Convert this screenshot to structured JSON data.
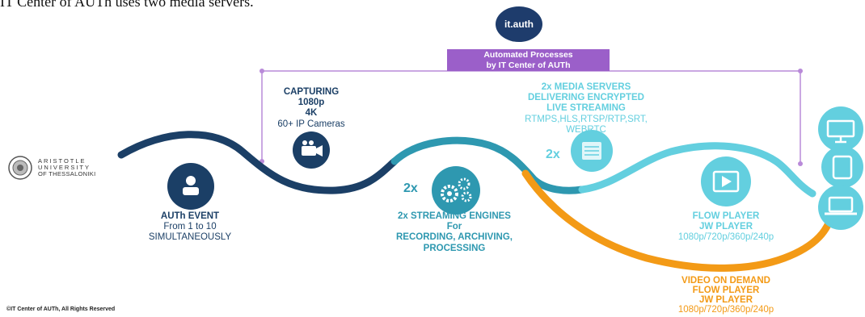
{
  "intro_text": "IT Center of AUTh uses two media servers.",
  "logo": {
    "text": "it.auth",
    "banner_line1": "Automated Processes",
    "banner_line2": "by IT Center of AUTh"
  },
  "university": {
    "line1": "ARISTOTLE",
    "line2": "UNIVERSITY",
    "line3": "OF THESSALONIKI"
  },
  "event": {
    "title": "AUTh EVENT",
    "line2": "From 1 to 10",
    "line3": "SIMULTANEOUSLY"
  },
  "capturing": {
    "line1": "CAPTURING",
    "line2": "1080p",
    "line3": "4K",
    "line4": "60+ IP Cameras"
  },
  "engines": {
    "multiplier": "2x",
    "line1": "2x STREAMING ENGINES",
    "line2": "For",
    "line3": "RECORDING, ARCHIVING,",
    "line4": "PROCESSING"
  },
  "media_servers": {
    "multiplier": "2x",
    "line1": "2x MEDIA SERVERS",
    "line2": "DELIVERING ENCRYPTED",
    "line3": "LIVE STREAMING",
    "line4": "RTMPS,HLS,RTSP/RTP,SRT,",
    "line5": "WEBRTC"
  },
  "players": {
    "line1": "FLOW PLAYER",
    "line2": "JW PLAYER",
    "line3": "1080p/720p/360p/240p"
  },
  "vod": {
    "line1": "VIDEO ON DEMAND",
    "line2": "FLOW PLAYER",
    "line3": "JW PLAYER",
    "line4": "1080p/720p/360p/240p"
  },
  "copyright": "©IT Center of AUTh, All Rights Reserved",
  "colors": {
    "navy": "#1b3f66",
    "teal": "#2e98b0",
    "light_teal": "#63cfdf",
    "orange": "#f39a16",
    "purple": "#9b5fc9"
  },
  "icons": [
    "user-icon",
    "camera-icon",
    "gears-icon",
    "server-icon",
    "video-player-icon",
    "monitor-icon",
    "tablet-icon",
    "laptop-icon"
  ]
}
